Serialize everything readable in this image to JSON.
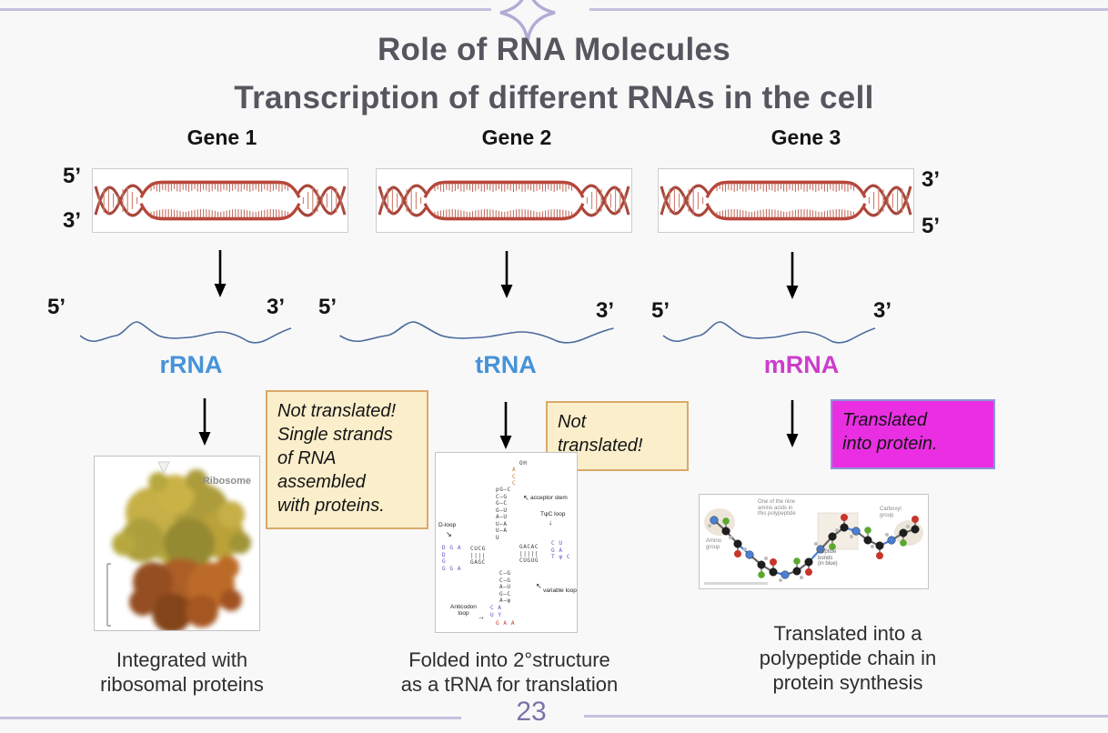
{
  "header": {
    "title": "Role of RNA Molecules\nTranscription of different RNAs in the cell"
  },
  "footer": {
    "page_number": "23"
  },
  "genes": {
    "gene1": {
      "label": "Gene 1",
      "left_top": "5’",
      "left_bottom": "3’"
    },
    "gene2": {
      "label": "Gene 2"
    },
    "gene3": {
      "label": "Gene 3",
      "right_top": "3’",
      "right_bottom": "5’"
    }
  },
  "rna_row": {
    "rrna": {
      "left": "5’",
      "right": "3’",
      "name": "rRNA"
    },
    "trna": {
      "left": "5’",
      "right": "3’",
      "name": "tRNA"
    },
    "mrna": {
      "left": "5’",
      "right": "3’",
      "name": "mRNA"
    }
  },
  "notes": {
    "rrna": "Not translated!\nSingle strands\nof RNA\nassembled\nwith proteins.",
    "trna": "Not\ntranslated!",
    "mrna": "Translated\ninto protein."
  },
  "captions": {
    "rrna": "Integrated with\nribosomal proteins",
    "trna": "Folded into 2°structure\nas a tRNA for translation",
    "mrna": "Translated into a\npolypeptide chain in\nprotein synthesis"
  },
  "ribosome_image": {
    "label": "Ribosome"
  },
  "trna_image": {
    "oh": "OH",
    "acceptor_top": "A\nC\nC",
    "stem": "pG—C\n C—G\n G—C\n G—U\n A—U\n U—A\n U—A\n U",
    "acceptor_stem_label": "acceptor stem",
    "tpsic_loop_label": "TψC loop",
    "d_loop_label": "D-loop",
    "variable_loop_label": "variable loop",
    "anticodon_loop_label": "Anticodon\nloop",
    "left_arm": "CUCG\n||||\nGAGC",
    "left_loop": "D G A\nD\nG\nG G A",
    "right_arm": "GACAC\n|||||\nCUGUG",
    "right_loop": "C U\nG A\nT ψ C",
    "anticodon_stem": "C—G\nC—G\nA—U\nG—C\nA—ψ",
    "anticodon_mid": "C    A\nU    Y",
    "anticodon_bottom": "G A A"
  },
  "polypeptide_image": {
    "amino_label": "Amino\ngroup",
    "residue_label": "One of the nine\namino acids in\nthis polypeptide",
    "peptide_label": "Peptide\nbonds\n(in blue)",
    "carboxyl_label": "Carboxyl\ngroup"
  },
  "colors": {
    "rna_blue": "#4693d8",
    "mrna_magenta": "#cb3ecb",
    "note_yellow_bg": "#fbeecb",
    "note_yellow_border": "#d9a96a",
    "note_magenta_bg": "#ea2fe3",
    "note_magenta_border": "#8894d8",
    "accent_purple": "#c7c0de",
    "page_number": "#7b73a8",
    "dna_red": "#b8453a",
    "rna_strand": "#4a6b9a"
  }
}
